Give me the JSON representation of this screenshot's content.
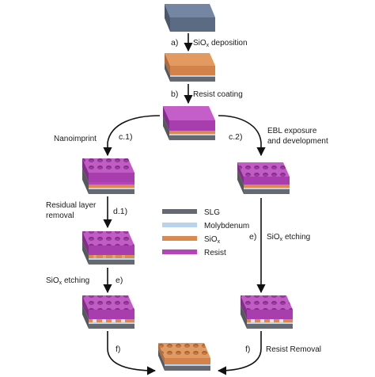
{
  "steps": {
    "a": "a)",
    "b": "b)",
    "c1": "c.1)",
    "c2": "c.2)",
    "d1": "d.1)",
    "e_left": "e)",
    "e_right": "e)",
    "f_left": "f)",
    "f_right": "f)"
  },
  "processes": {
    "sio_deposition_pre": "SiO",
    "sio_deposition_sub": "x",
    "sio_deposition_post": " deposition",
    "resist_coating": "Resist coating",
    "nanoimprint": "Nanoimprint",
    "ebl_line1": "EBL exposure",
    "ebl_line2": "and development",
    "residual_line1": "Residual layer",
    "residual_line2": "removal",
    "etch_left_pre": "SiO",
    "etch_left_sub": "x",
    "etch_left_post": " etching",
    "etch_right_pre": "SiO",
    "etch_right_sub": "x",
    "etch_right_post": " etching",
    "resist_removal": "Resist Removal"
  },
  "legend": {
    "items": [
      {
        "label": "SLG",
        "sub": "",
        "color": "#666a70"
      },
      {
        "label": "Molybdenum",
        "sub": "",
        "color": "#b9d3ec"
      },
      {
        "label": "SiO",
        "sub": "x",
        "color": "#d98a4e"
      },
      {
        "label": "Resist",
        "sub": "",
        "color": "#b445b8"
      }
    ]
  },
  "colors": {
    "slg": "#666a70",
    "molybdenum": "#b9d3ec",
    "siox": "#d98a4e",
    "resist": "#b445b8",
    "substrate_top": "#6f7f99"
  }
}
